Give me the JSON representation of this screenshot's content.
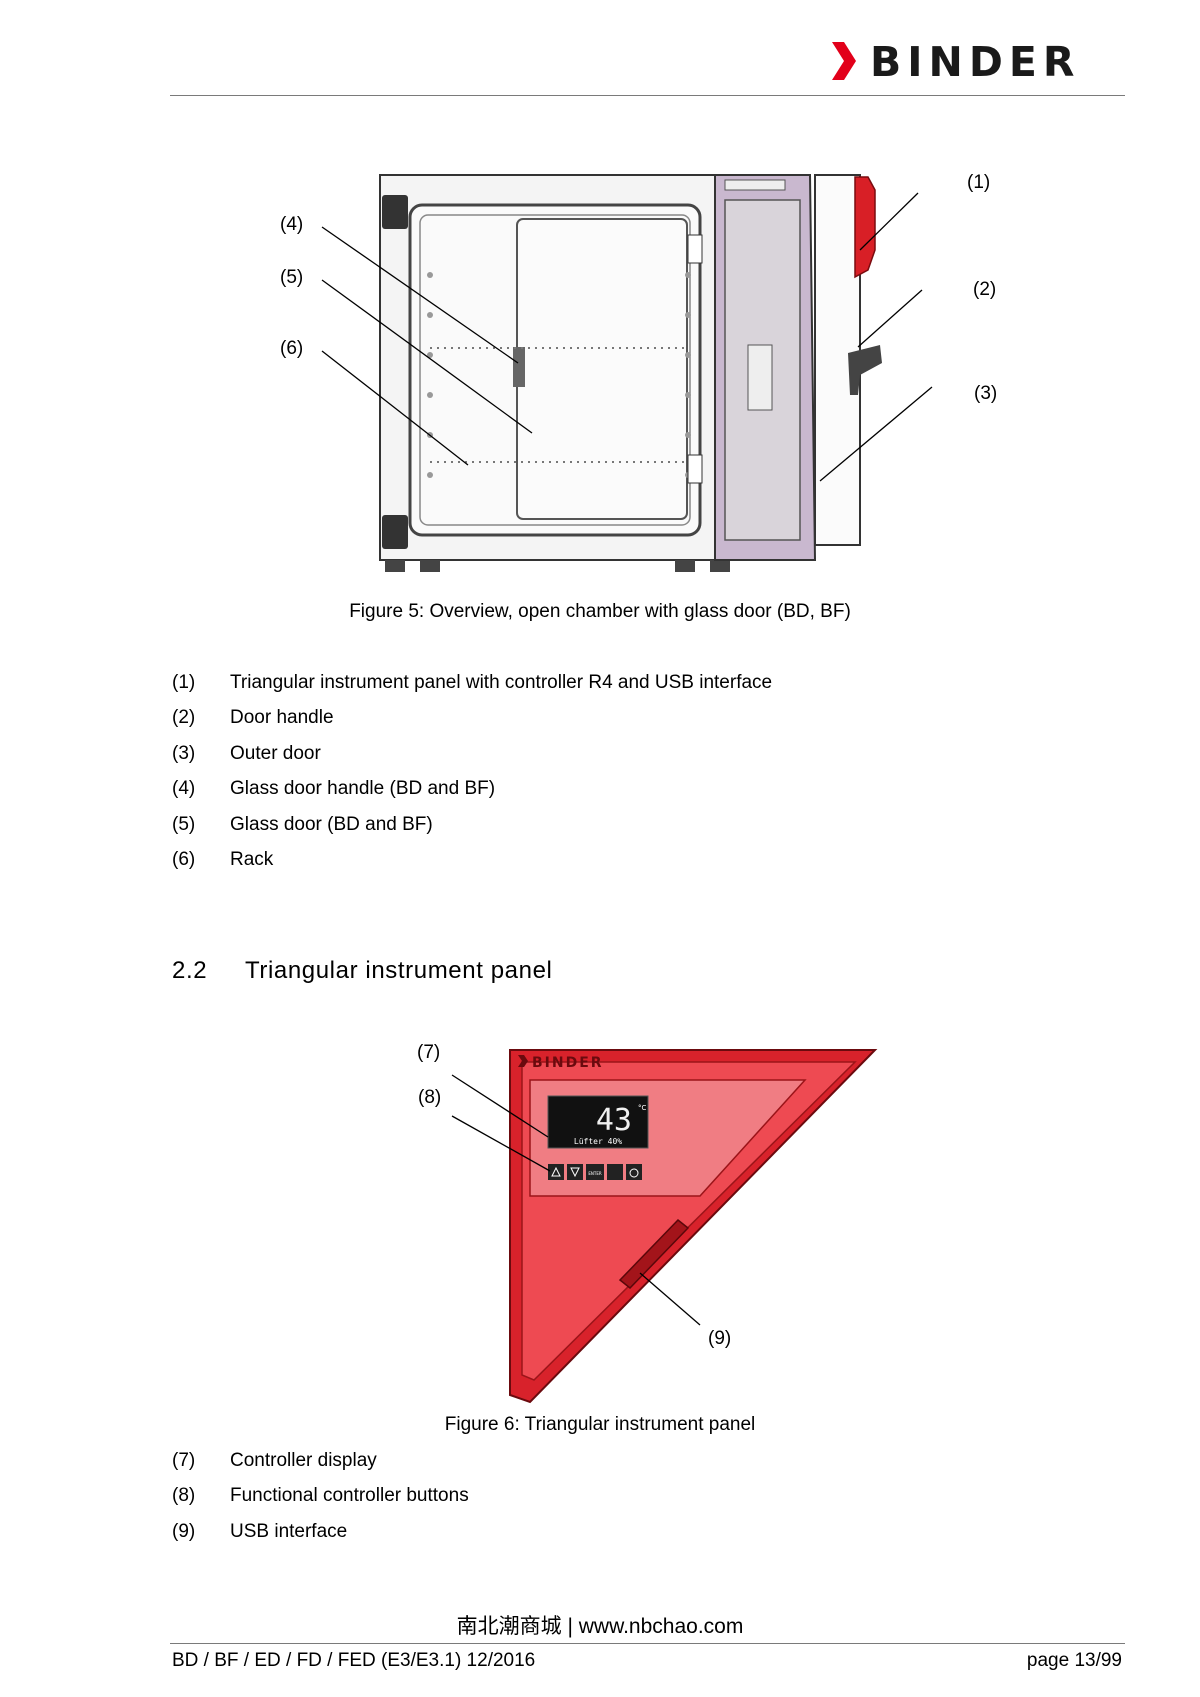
{
  "header": {
    "brand": "BINDER",
    "brand_color": "#e2001a"
  },
  "figure5": {
    "callouts": [
      "(1)",
      "(2)",
      "(3)",
      "(4)",
      "(5)",
      "(6)"
    ],
    "caption": "Figure 5: Overview, open chamber with glass door (BD, BF)"
  },
  "legend1": [
    {
      "num": "(1)",
      "text": "Triangular instrument panel with controller R4 and USB interface"
    },
    {
      "num": "(2)",
      "text": "Door handle"
    },
    {
      "num": "(3)",
      "text": "Outer door"
    },
    {
      "num": "(4)",
      "text": "Glass door handle (BD and BF)"
    },
    {
      "num": "(5)",
      "text": "Glass door (BD and BF)"
    },
    {
      "num": "(6)",
      "text": "Rack"
    }
  ],
  "section": {
    "number": "2.2",
    "title": "Triangular instrument panel"
  },
  "figure6": {
    "callouts": [
      "(7)",
      "(8)",
      "(9)"
    ],
    "panel_brand": "BINDER",
    "display_value": "43",
    "display_unit": "°C",
    "display_text": "Lüfter 40%",
    "button_enter": "ENTER",
    "caption": "Figure 6: Triangular instrument panel"
  },
  "legend2": [
    {
      "num": "(7)",
      "text": "Controller display"
    },
    {
      "num": "(8)",
      "text": "Functional controller buttons"
    },
    {
      "num": "(9)",
      "text": "USB interface"
    }
  ],
  "watermark": "南北潮商城 | www.nbchao.com",
  "footer": {
    "left": "BD / BF / ED / FD / FED (E3/E3.1) 12/2016",
    "right": "page 13/99"
  }
}
